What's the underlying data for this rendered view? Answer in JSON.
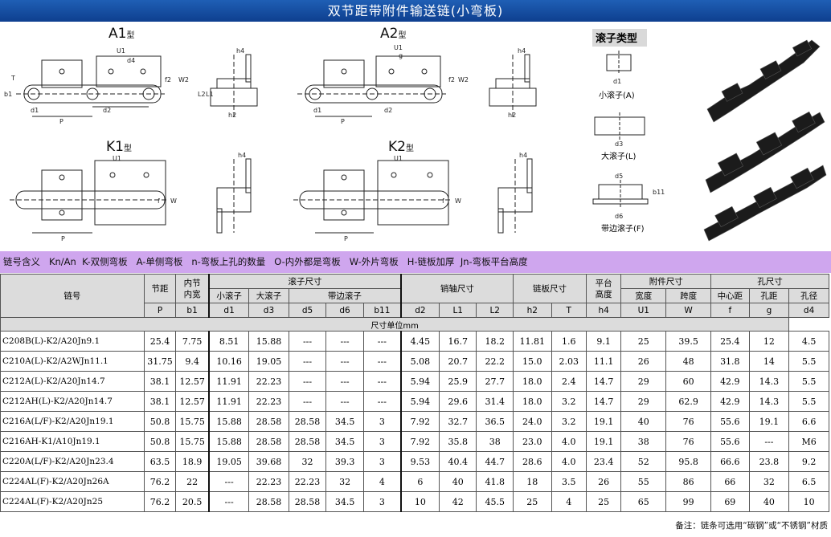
{
  "title": "双节距带附件输送链(小弯板)",
  "drawings": {
    "a1": {
      "name": "A1",
      "suffix": "型"
    },
    "a2": {
      "name": "A2",
      "suffix": "型"
    },
    "k1": {
      "name": "K1",
      "suffix": "型"
    },
    "k2": {
      "name": "K2",
      "suffix": "型"
    },
    "roller_types_title": "滚子类型",
    "small_roller": "小滚子(A)",
    "large_roller": "大滚子(L)",
    "flange_roller": "带边滚子(F)",
    "dims": {
      "u1": "U1",
      "d4": "d4",
      "w2": "W2",
      "f2": "f2",
      "h4": "h4",
      "t": "T",
      "b1": "b1",
      "l1": "L1",
      "l2": "L2",
      "h2": "h2",
      "d1": "d1",
      "d2": "d2",
      "p": "P",
      "g": "g",
      "f": "f",
      "w": "W",
      "d3": "d3",
      "d5": "d5",
      "d6": "d6",
      "b11": "b11"
    }
  },
  "legend": "链号含义   Kn/An  K-双侧弯板   A-单侧弯板   n-弯板上孔的数量   O-内外都是弯板   W-外片弯板   H-链板加厚  Jn-弯板平台高度",
  "headers": {
    "model": "链号",
    "pitch": "节距",
    "inner_width": "内节\n内宽",
    "roller_size": "滚子尺寸",
    "small_roller": "小滚子",
    "large_roller": "大滚子",
    "flange_roller": "带边滚子",
    "pin_size": "销轴尺寸",
    "plate_size": "链板尺寸",
    "platform_height": "平台\n高度",
    "attachment_size": "附件尺寸",
    "width": "宽度",
    "span": "跨度",
    "hole_size": "孔尺寸",
    "center_distance": "中心距",
    "hole_pitch": "孔距",
    "hole_dia": "孔径",
    "sym": [
      "P",
      "b1",
      "d1",
      "d3",
      "d5",
      "d6",
      "b11",
      "d2",
      "L1",
      "L2",
      "h2",
      "T",
      "h4",
      "U1",
      "W",
      "f",
      "g",
      "d4"
    ],
    "unit": "尺寸单位mm"
  },
  "rows": [
    [
      "C208B(L)-K2/A20Jn9.1",
      "25.4",
      "7.75",
      "8.51",
      "15.88",
      "---",
      "---",
      "---",
      "4.45",
      "16.7",
      "18.2",
      "11.81",
      "1.6",
      "9.1",
      "25",
      "39.5",
      "25.4",
      "12",
      "4.5"
    ],
    [
      "C210A(L)-K2/A2WJn11.1",
      "31.75",
      "9.4",
      "10.16",
      "19.05",
      "---",
      "---",
      "---",
      "5.08",
      "20.7",
      "22.2",
      "15.0",
      "2.03",
      "11.1",
      "26",
      "48",
      "31.8",
      "14",
      "5.5"
    ],
    [
      "C212A(L)-K2/A20Jn14.7",
      "38.1",
      "12.57",
      "11.91",
      "22.23",
      "---",
      "---",
      "---",
      "5.94",
      "25.9",
      "27.7",
      "18.0",
      "2.4",
      "14.7",
      "29",
      "60",
      "42.9",
      "14.3",
      "5.5"
    ],
    [
      "C212AH(L)-K2/A20Jn14.7",
      "38.1",
      "12.57",
      "11.91",
      "22.23",
      "---",
      "---",
      "---",
      "5.94",
      "29.6",
      "31.4",
      "18.0",
      "3.2",
      "14.7",
      "29",
      "62.9",
      "42.9",
      "14.3",
      "5.5"
    ],
    [
      "C216A(L/F)-K2/A20Jn19.1",
      "50.8",
      "15.75",
      "15.88",
      "28.58",
      "28.58",
      "34.5",
      "3",
      "7.92",
      "32.7",
      "36.5",
      "24.0",
      "3.2",
      "19.1",
      "40",
      "76",
      "55.6",
      "19.1",
      "6.6"
    ],
    [
      "C216AH-K1/A10Jn19.1",
      "50.8",
      "15.75",
      "15.88",
      "28.58",
      "28.58",
      "34.5",
      "3",
      "7.92",
      "35.8",
      "38",
      "23.0",
      "4.0",
      "19.1",
      "38",
      "76",
      "55.6",
      "---",
      "M6"
    ],
    [
      "C220A(L/F)-K2/A20Jn23.4",
      "63.5",
      "18.9",
      "19.05",
      "39.68",
      "32",
      "39.3",
      "3",
      "9.53",
      "40.4",
      "44.7",
      "28.6",
      "4.0",
      "23.4",
      "52",
      "95.8",
      "66.6",
      "23.8",
      "9.2"
    ],
    [
      "C224AL(F)-K2/A20Jn26A",
      "76.2",
      "22",
      "---",
      "22.23",
      "22.23",
      "32",
      "4",
      "6",
      "40",
      "41.8",
      "18",
      "3.5",
      "26",
      "55",
      "86",
      "66",
      "32",
      "6.5"
    ],
    [
      "C224AL(F)-K2/A20Jn25",
      "76.2",
      "20.5",
      "---",
      "28.58",
      "28.58",
      "34.5",
      "3",
      "10",
      "42",
      "45.5",
      "25",
      "4",
      "25",
      "65",
      "99",
      "69",
      "40",
      "10"
    ]
  ],
  "note": "备注：链条可选用“碳钢”或“不锈钢”材质",
  "colors": {
    "title_bg": "#1f5fb5",
    "legend_bg": "#cfa6ee",
    "header_bg": "#dcdcdc"
  }
}
